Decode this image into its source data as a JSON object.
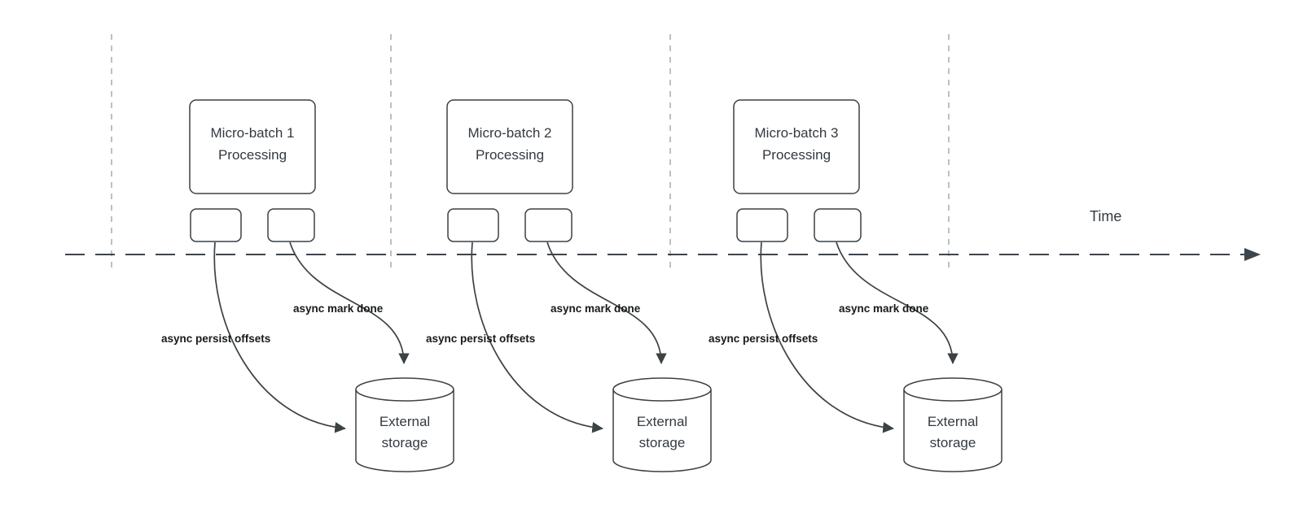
{
  "timeline": {
    "label": "Time"
  },
  "groups": [
    {
      "title_line1": "Micro-batch 1",
      "title_line2": "Processing",
      "persist_label": "async persist offsets",
      "done_label": "async mark done",
      "storage_line1": "External",
      "storage_line2": "storage"
    },
    {
      "title_line1": "Micro-batch 2",
      "title_line2": "Processing",
      "persist_label": "async persist offsets",
      "done_label": "async mark done",
      "storage_line1": "External",
      "storage_line2": "storage"
    },
    {
      "title_line1": "Micro-batch 3",
      "title_line2": "Processing",
      "persist_label": "async persist offsets",
      "done_label": "async mark done",
      "storage_line1": "External",
      "storage_line2": "storage"
    }
  ]
}
